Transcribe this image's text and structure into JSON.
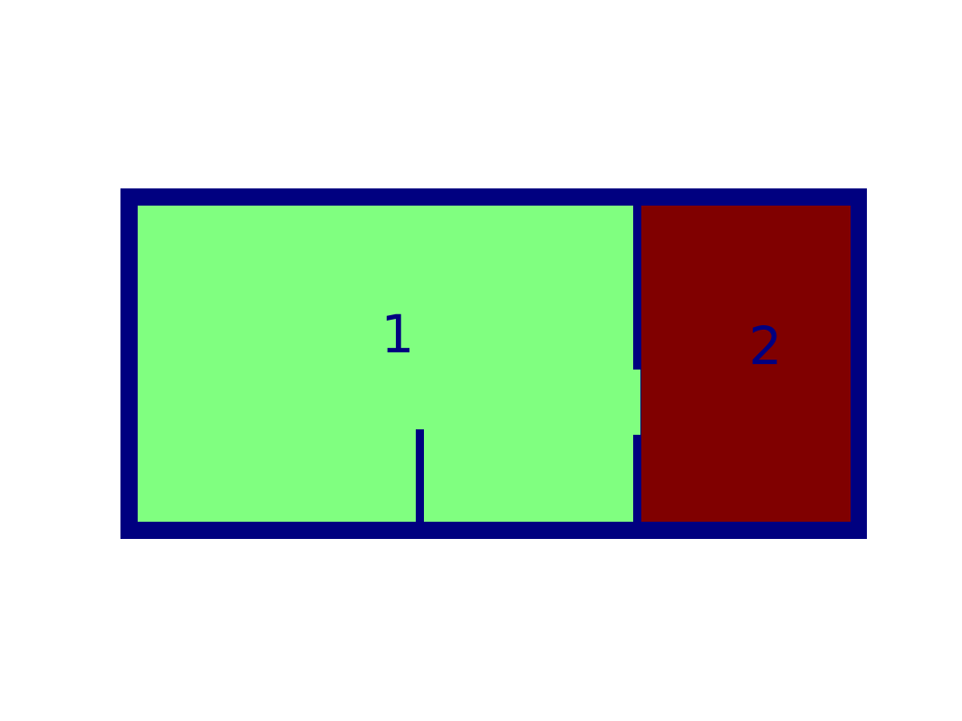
{
  "diagram": {
    "type": "floor-plan",
    "colors": {
      "background": "#ffffff",
      "wall": "#000080",
      "room_1_fill": "#80ff80",
      "room_2_fill": "#800000",
      "label": "#000080"
    },
    "rooms": [
      {
        "label": "1"
      },
      {
        "label": "2"
      }
    ]
  }
}
